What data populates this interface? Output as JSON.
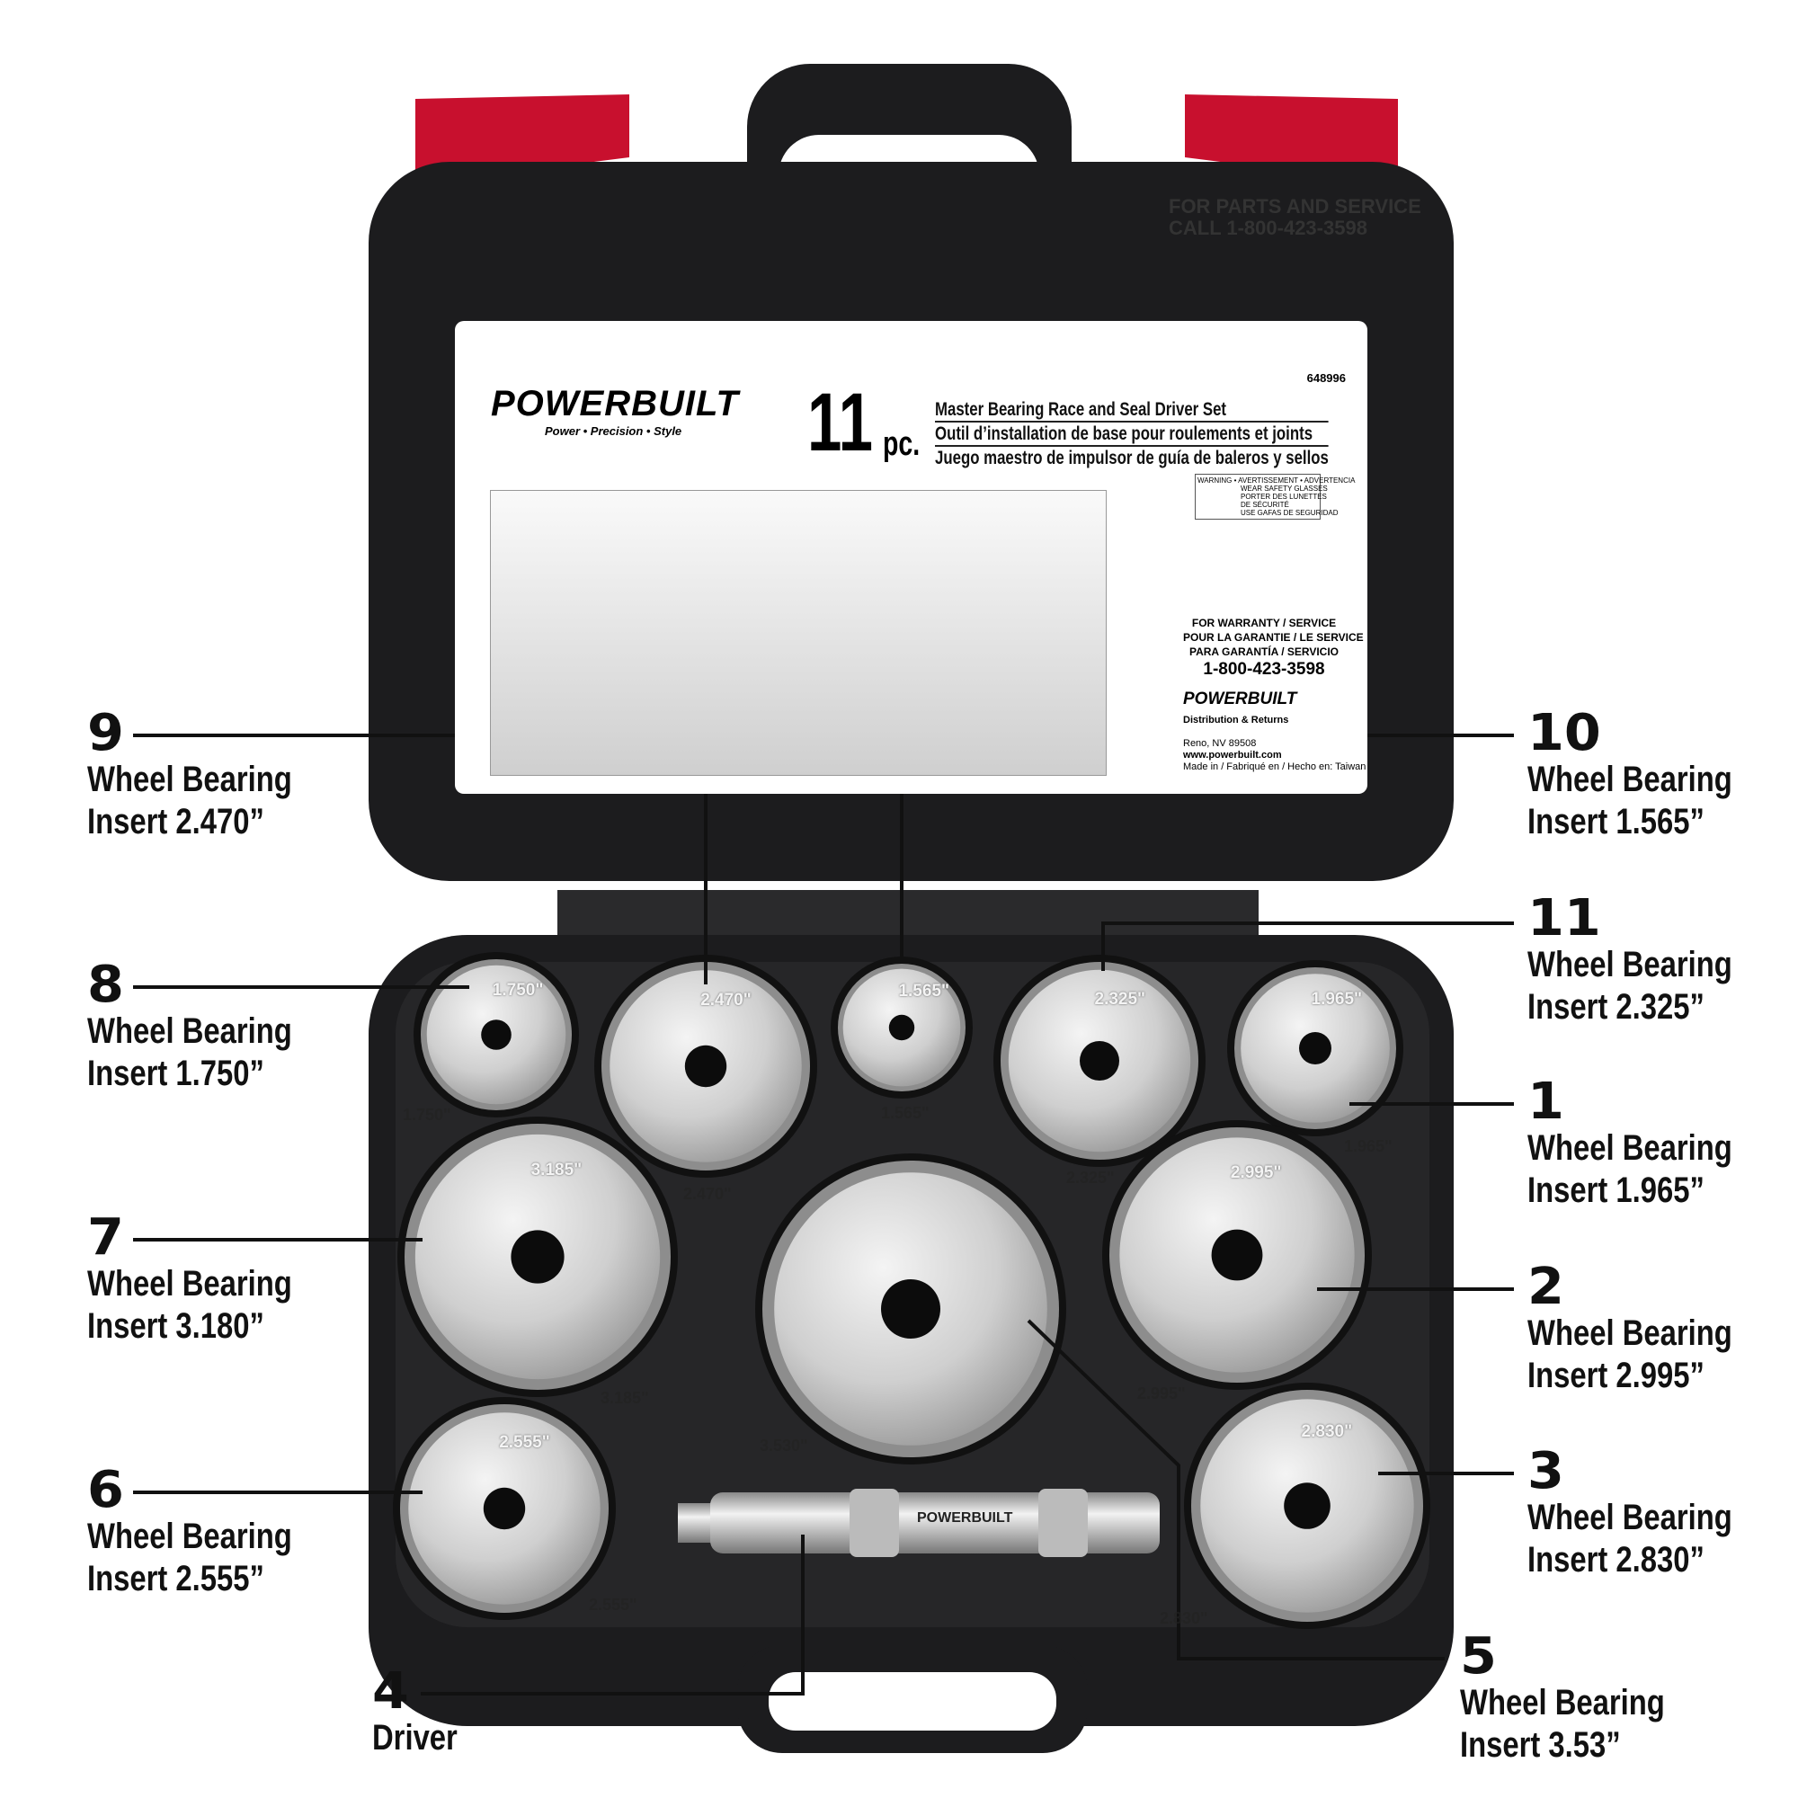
{
  "case": {
    "lid_emboss": [
      "FOR PARTS AND SERVICE",
      "CALL 1-800-423-3598"
    ],
    "colors": {
      "case": "#1c1c1e",
      "red_latch": "#c8102e",
      "aluminum": "#d8d8d8"
    }
  },
  "label_card": {
    "brand": "POWERBUILT",
    "tagline": "Power • Precision • Style",
    "part_number": "648996",
    "count": "11",
    "count_unit": "pc.",
    "titles": [
      "Master Bearing Race and Seal Driver Set",
      "Outil d’installation de base pour roulements et joints",
      "Juego maestro de impulsor de guía de baleros y sellos"
    ],
    "warning": {
      "header": "WARNING • AVERTISSEMENT • ADVERTENCIA",
      "lines": [
        "WEAR SAFETY GLASSES",
        "PORTER DES LUNETTES",
        "DE SÉCURITÉ",
        "USE GAFAS DE SEGURIDAD"
      ]
    },
    "service": [
      "FOR WARRANTY / SERVICE",
      "POUR LA GARANTIE / LE SERVICE",
      "PARA GARANTÍA / SERVICIO"
    ],
    "phone": "1-800-423-3598",
    "brand2": "POWERBUILT",
    "dist": "Distribution & Returns",
    "address": "Reno, NV 89508",
    "web": "www.powerbuilt.com",
    "made": "Made in / Fabriqué en / Hecho en: Taiwan"
  },
  "disc_stamps": {
    "d8": "1.750\"",
    "d9": "2.470\"",
    "d10": "1.565\"",
    "d11": "2.325\"",
    "d1": "1.965\"",
    "d7": "3.185\"",
    "d2": "2.995\"",
    "d6": "2.555\"",
    "d3": "2.830\""
  },
  "tray_labels": {
    "t8": "1.750\"",
    "t10": "1.565\"",
    "t9": "2.470\"",
    "t11": "2.325\"",
    "t1": "1.965\"",
    "t7": "3.185\"",
    "t5": "3.530\"",
    "t2": "2.995\"",
    "t6": "2.555\"",
    "t3": "2.830\""
  },
  "driver_brand": "POWERBUILT",
  "callouts": [
    {
      "num": "9",
      "line1": "Wheel Bearing",
      "line2": "Insert 2.470”"
    },
    {
      "num": "8",
      "line1": "Wheel Bearing",
      "line2": "Insert 1.750”"
    },
    {
      "num": "7",
      "line1": "Wheel Bearing",
      "line2": "Insert 3.180”"
    },
    {
      "num": "6",
      "line1": "Wheel Bearing",
      "line2": "Insert 2.555”"
    },
    {
      "num": "4",
      "line1": "Driver"
    },
    {
      "num": "10",
      "line1": "Wheel Bearing",
      "line2": "Insert 1.565”"
    },
    {
      "num": "11",
      "line1": "Wheel Bearing",
      "line2": "Insert 2.325”"
    },
    {
      "num": "1",
      "line1": "Wheel Bearing",
      "line2": "Insert 1.965”"
    },
    {
      "num": "2",
      "line1": "Wheel Bearing",
      "line2": "Insert 2.995”"
    },
    {
      "num": "3",
      "line1": "Wheel Bearing",
      "line2": "Insert 2.830”"
    },
    {
      "num": "5",
      "line1": "Wheel Bearing",
      "line2": "Insert 3.53”"
    }
  ]
}
